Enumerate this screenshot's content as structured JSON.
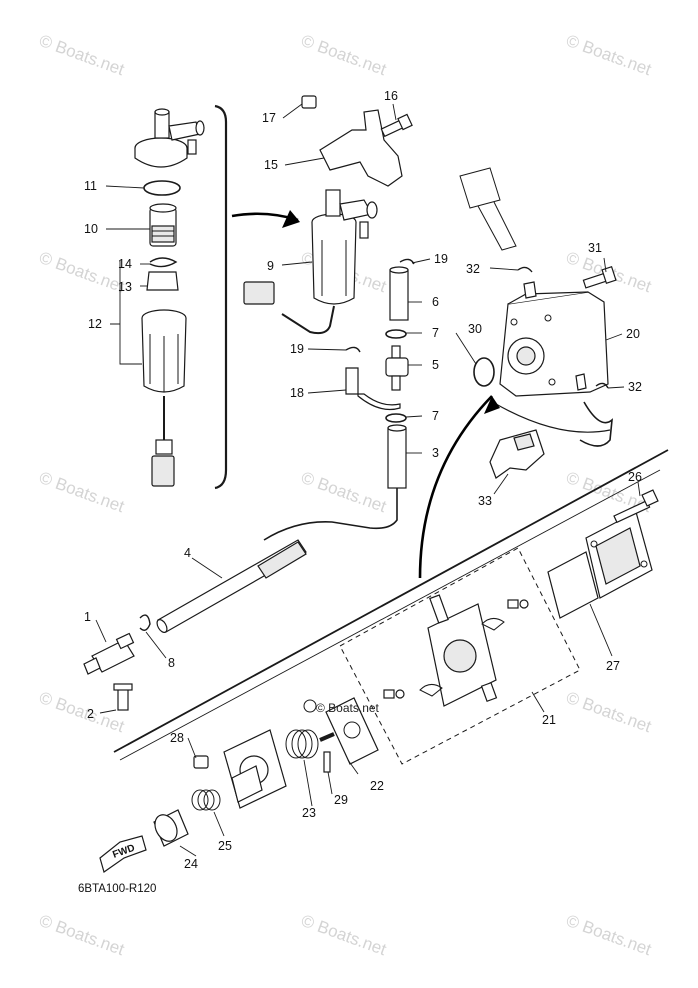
{
  "diagram": {
    "code": "6BTA100-R120",
    "watermark": "© Boats.net",
    "center_watermark": "© Boats.net",
    "forward_label": "FWD",
    "callouts": {
      "c1": "1",
      "c2": "2",
      "c3": "3",
      "c4": "4",
      "c5": "5",
      "c6": "6",
      "c7a": "7",
      "c7b": "7",
      "c8": "8",
      "c9": "9",
      "c10": "10",
      "c11": "11",
      "c12": "12",
      "c13": "13",
      "c14": "14",
      "c15": "15",
      "c16": "16",
      "c17": "17",
      "c18": "18",
      "c19a": "19",
      "c19b": "19",
      "c20": "20",
      "c21": "21",
      "c22": "22",
      "c23": "23",
      "c24": "24",
      "c25": "25",
      "c26": "26",
      "c27": "27",
      "c28": "28",
      "c29": "29",
      "c30": "30",
      "c31": "31",
      "c32a": "32",
      "c32b": "32",
      "c33": "33"
    }
  }
}
